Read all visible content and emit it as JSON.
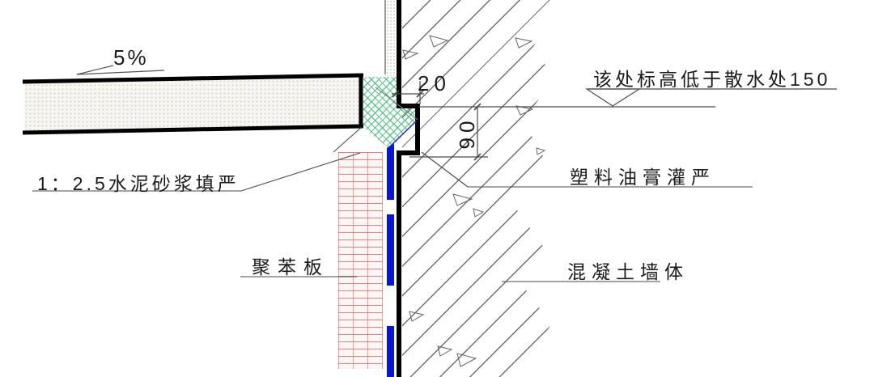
{
  "drawing": {
    "title_hint": "wall-apron junction construction detail",
    "labels": {
      "slope": "5%",
      "mortar": "1：2.5水泥砂浆填严",
      "board": "聚苯板",
      "sealant": "塑料油膏灌严",
      "wall": "混凝土墙体",
      "elevation_note": "该处标高低于散水处150"
    },
    "dimensions": {
      "step_width": "20",
      "step_height": "90"
    },
    "colors": {
      "outline": "#000000",
      "thin_line": "#4a4a4a",
      "hatch_line": "#6e6e6e",
      "mortar_hatch_green": "#46be7d",
      "board_hatch_red": "#e27676",
      "membrane_blue": "#0a16d6"
    }
  }
}
